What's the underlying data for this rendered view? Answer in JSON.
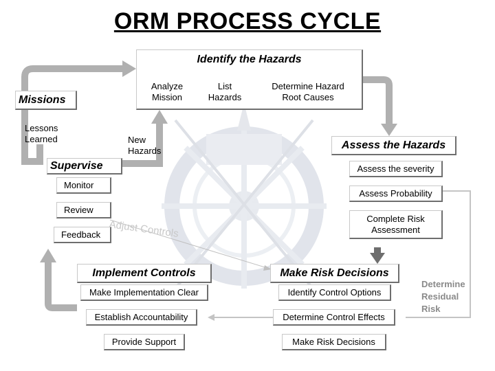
{
  "title": "ORM PROCESS CYCLE",
  "identify": {
    "heading": "Identify the Hazards",
    "analyze": "Analyze Mission",
    "list": "List Hazards",
    "root": "Determine Hazard Root Causes"
  },
  "missions": "Missions",
  "lessons": "Lessons Learned",
  "new_hazards": "New Hazards",
  "supervise": {
    "heading": "Supervise",
    "monitor": "Monitor",
    "review": "Review",
    "feedback": "Feedback"
  },
  "assess": {
    "heading": "Assess the Hazards",
    "severity": "Assess the severity",
    "probability": "Assess Probability",
    "complete": "Complete Risk Assessment"
  },
  "implement": {
    "heading": "Implement Controls",
    "clear": "Make Implementation Clear",
    "accountability": "Establish Accountability",
    "support": "Provide Support"
  },
  "decide": {
    "heading": "Make Risk Decisions",
    "options": "Identify Control Options",
    "effects": "Determine Control Effects",
    "decisions": "Make Risk Decisions"
  },
  "adjust_controls": "Adjust Controls",
  "residual": "Determine Residual Risk",
  "colors": {
    "arrow": "#b0b0b0",
    "shadow": "#6e6e6e",
    "emblem": "#d9dde6"
  }
}
